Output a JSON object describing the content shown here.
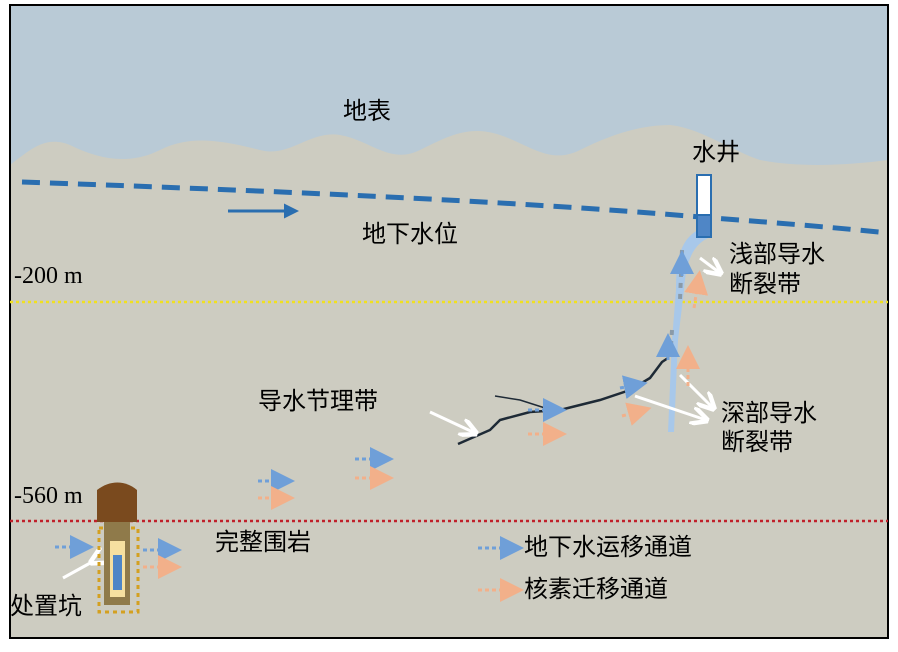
{
  "labels": {
    "surface": "地表",
    "well": "水井",
    "water_table": "地下水位",
    "depth_200": "-200 m",
    "shallow_fault_line1": "浅部导水",
    "shallow_fault_line2": "断裂带",
    "joint_zone": "导水节理带",
    "deep_fault_line1": "深部导水",
    "deep_fault_line2": "断裂带",
    "depth_560": "-560 m",
    "intact_rock": "完整围岩",
    "disposal_pit": "处置坑"
  },
  "legend": {
    "groundwater": "地下水运移通道",
    "nuclide": "核素迁移通道"
  },
  "colors": {
    "sky": "#b9cad6",
    "ground": "#cdccc1",
    "water_table": "#2a6eb0",
    "groundwater_arrow": "#6f9fd8",
    "nuclide_arrow": "#f2b08a",
    "depth_200_line": "#f0e020",
    "depth_560_line": "#c0202a",
    "pit_cap": "#7a4a1e"
  }
}
